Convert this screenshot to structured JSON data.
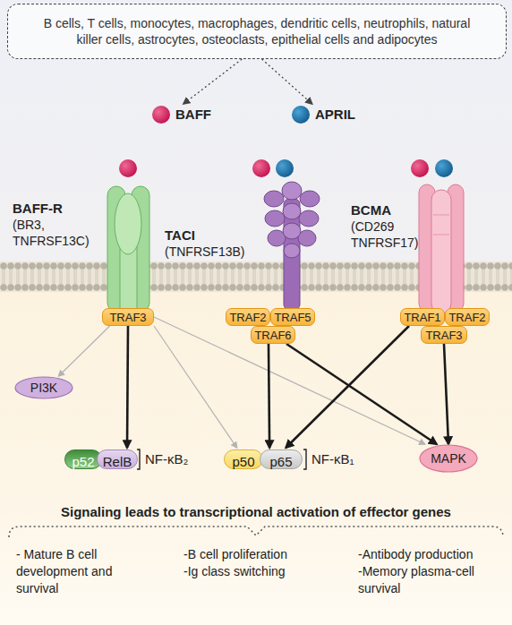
{
  "diagram": {
    "nodes": [
      {
        "text": [
          "B cells, T cells, monocytes, macrophages, dendritic cells, neutrophils, natural killer cells, astrocytes, osteoclasts, epithelial cells and adipocytes"
        ]
      },
      {
        "text": [
          "BAFF"
        ]
      },
      {
        "text": [
          "APRIL"
        ]
      },
      {
        "text": [
          "BAFF-R",
          "(BR3, TNFRSF13C)"
        ]
      },
      {
        "text": [
          "TACI",
          "(TNFRSF13B)"
        ]
      },
      {
        "text": [
          "BCMA",
          "(CD269 TNFRSF17)"
        ]
      },
      {
        "text": [
          "TRAF3"
        ]
      },
      {
        "text": [
          "TRAF2"
        ]
      },
      {
        "text": [
          "TRAF5"
        ]
      },
      {
        "text": [
          "TRAF6"
        ]
      },
      {
        "text": [
          "TRAF1"
        ]
      },
      {
        "text": [
          "TRAF2"
        ]
      },
      {
        "text": [
          "TRAF3"
        ]
      },
      {
        "text": [
          "PI3K"
        ]
      },
      {
        "text": [
          "NF-κB₂"
        ]
      },
      {
        "text": [
          "p52"
        ],
        "in": 14
      },
      {
        "text": [
          "RelB"
        ],
        "in": 14
      },
      {
        "text": [
          "NF-κB₁"
        ]
      },
      {
        "text": [
          "p50"
        ],
        "in": 17
      },
      {
        "text": [
          "p65"
        ],
        "in": 17
      },
      {
        "text": [
          "MAPK"
        ]
      }
    ],
    "edges": [
      {
        "from": 0,
        "to": 1,
        "arrow": "to"
      },
      {
        "from": 0,
        "to": 2,
        "arrow": "to"
      },
      {
        "from": 6,
        "to": 13,
        "arrow": "to"
      },
      {
        "from": 6,
        "to": 14,
        "arrow": "to"
      },
      {
        "from": 6,
        "to": 17,
        "arrow": "to"
      },
      {
        "from": 6,
        "to": 20,
        "arrow": "to"
      },
      {
        "from": 9,
        "to": 17,
        "arrow": "to"
      },
      {
        "from": 9,
        "to": 20,
        "arrow": "to"
      },
      {
        "from": 10,
        "to": 17,
        "arrow": "to"
      },
      {
        "from": 12,
        "to": 20,
        "arrow": "to"
      }
    ],
    "labels": [
      "Signaling leads to transcriptional activation of effector genes",
      "- Mature B cell development and survival",
      "-B cell proliferation",
      "-Ig class switching",
      "-Antibody production",
      "-Memory plasma-cell survival"
    ]
  }
}
